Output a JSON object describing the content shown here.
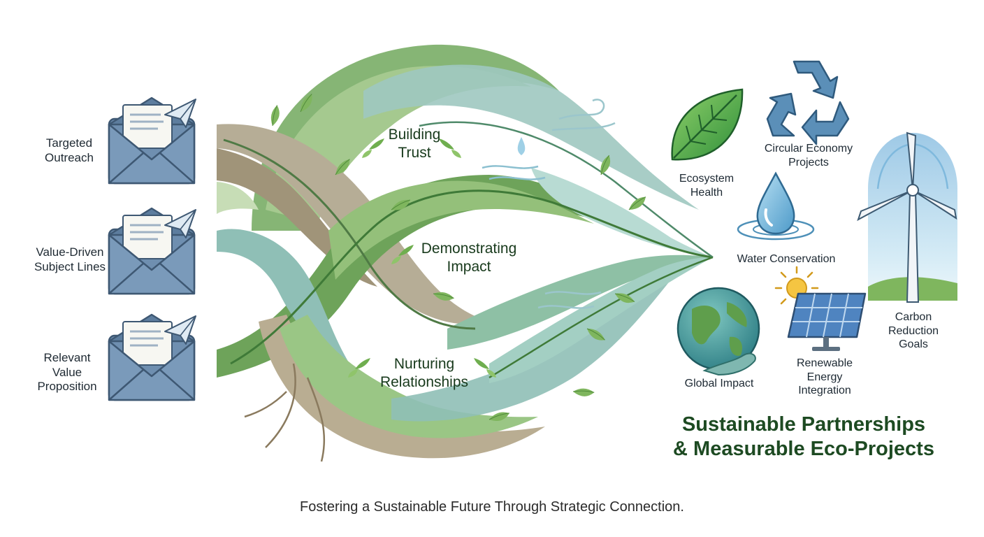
{
  "outreach": {
    "items": [
      {
        "lines": [
          "Targeted",
          "Outreach"
        ]
      },
      {
        "lines": [
          "Value-Driven",
          "Subject Lines"
        ]
      },
      {
        "lines": [
          "Relevant",
          "Value",
          "Proposition"
        ]
      }
    ]
  },
  "stages": [
    {
      "lines": [
        "Building",
        "Trust"
      ]
    },
    {
      "lines": [
        "Demonstrating",
        "Impact"
      ]
    },
    {
      "lines": [
        "Nurturing",
        "Relationships"
      ]
    }
  ],
  "outcomes": {
    "ecosystem": [
      "Ecosystem",
      "Health"
    ],
    "circular": [
      "Circular Economy",
      "Projects"
    ],
    "water": [
      "Water Conservation"
    ],
    "carbon": [
      "Carbon",
      "Reduction",
      "Goals"
    ],
    "global": [
      "Global Impact"
    ],
    "renewable": [
      "Renewable",
      "Energy",
      "Integration"
    ]
  },
  "headline": [
    "Sustainable Partnerships",
    "& Measurable Eco-Projects"
  ],
  "tagline": "Fostering a Sustainable Future Through Strategic Connection.",
  "icons": [
    "envelope-icon",
    "paper-plane-icon",
    "leaf-icon",
    "recycle-icon",
    "water-drop-icon",
    "wind-turbine-icon",
    "globe-icon",
    "solar-panel-icon",
    "sun-icon"
  ],
  "colors": {
    "leaf_green": "#5f9e4c",
    "sage": "#9cc08a",
    "teal": "#7fb7b0",
    "root_brown": "#a89a82",
    "envelope_blue": "#6f8fb0",
    "recycle_blue": "#5b8fb8",
    "headline_green": "#1d4a22"
  }
}
